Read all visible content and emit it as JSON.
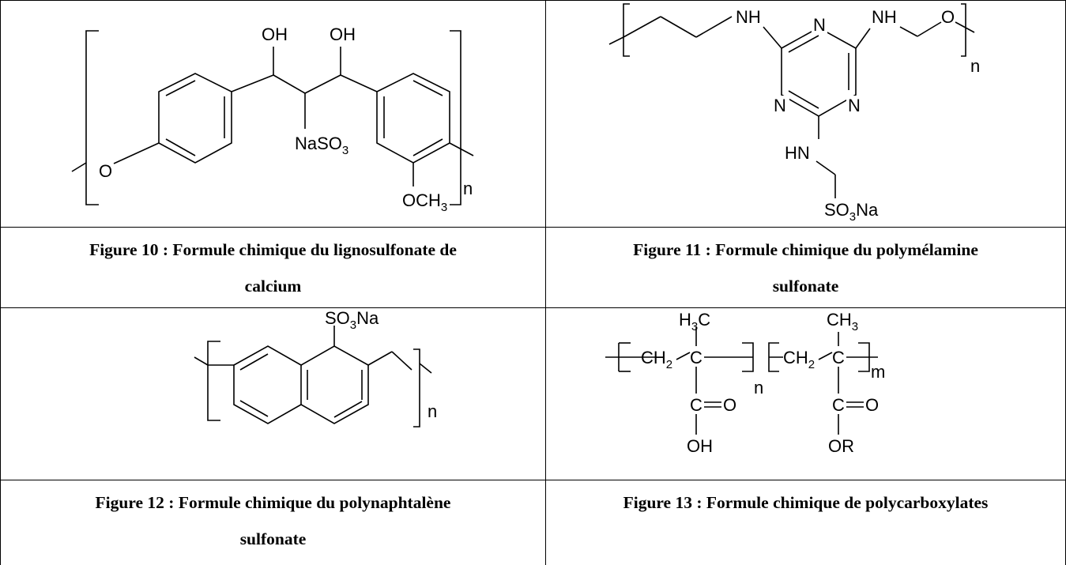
{
  "figures": [
    {
      "caption": [
        "Figure 10 : Formule chimique du lignosulfonate de",
        "calcium"
      ],
      "labels": {
        "oh1": "OH",
        "oh2": "OH",
        "nasoa": "NaSO",
        "nasob": "3",
        "o": "O",
        "och3a": "OCH",
        "och3b": "3",
        "n": "n"
      }
    },
    {
      "caption": [
        "Figure 11 : Formule chimique du polymélamine",
        "sulfonate"
      ],
      "labels": {
        "nh1": "NH",
        "n1": "N",
        "nh2": "NH",
        "o": "O",
        "n2": "N",
        "n3": "N",
        "hn": "HN",
        "so3a": "SO",
        "so3b": "3",
        "so3c": "Na",
        "n": "n"
      }
    },
    {
      "caption": [
        "Figure 12 : Formule chimique du polynaphtalène",
        "sulfonate"
      ],
      "labels": {
        "so3a": "SO",
        "so3b": "3",
        "so3c": "Na",
        "n": "n"
      }
    },
    {
      "caption": [
        "Figure 13 : Formule chimique de polycarboxylates",
        ""
      ],
      "labels": {
        "h3ca": "H",
        "h3cb": "3",
        "h3cc": "C",
        "ch3a": "CH",
        "ch3b": "3",
        "ch2a": "CH",
        "ch2b": "2",
        "c1": "C",
        "ch2c": "CH",
        "ch2d": "2",
        "c2": "C",
        "co1": "C",
        "o1": "O",
        "oh": "OH",
        "co2": "C",
        "o2": "O",
        "or": "OR",
        "n": "n",
        "m": "m"
      }
    }
  ]
}
